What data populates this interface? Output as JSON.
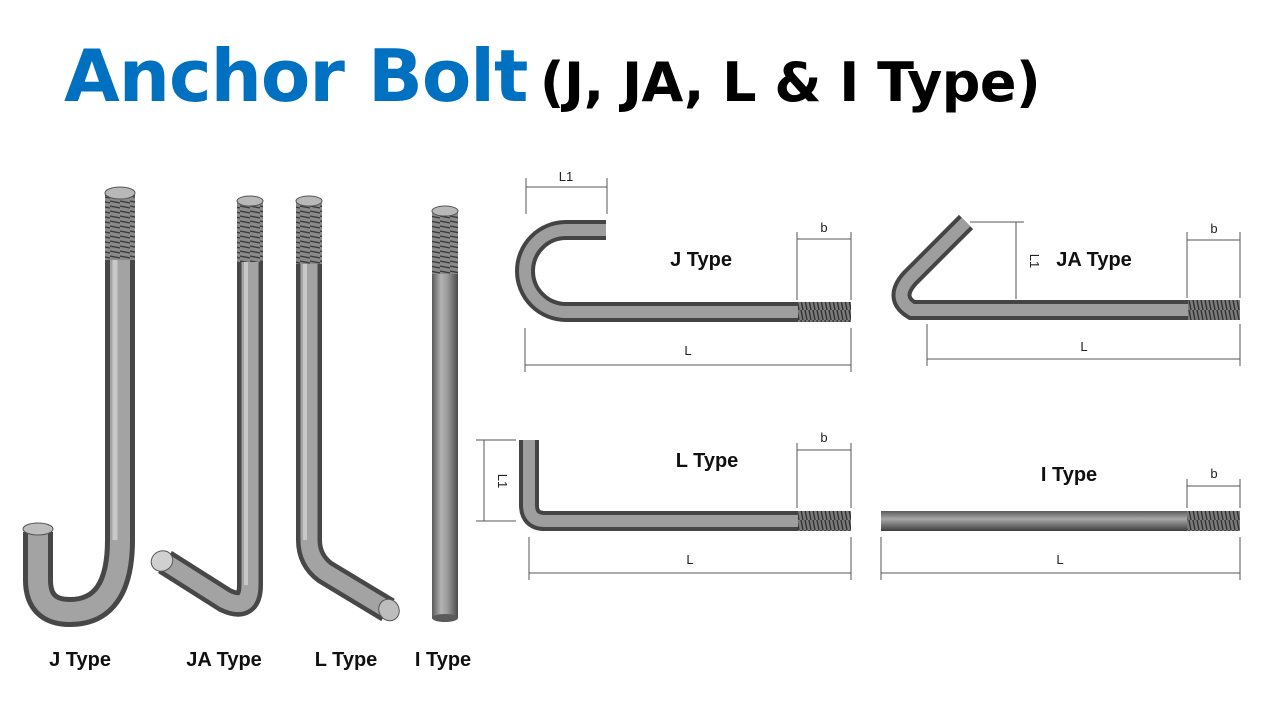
{
  "title": {
    "main": "Anchor Bolt",
    "sub": "(J, JA, L & I Type)"
  },
  "bolts_3d": [
    {
      "label": "J Type"
    },
    {
      "label": "JA Type"
    },
    {
      "label": "L Type"
    },
    {
      "label": "I Type"
    }
  ],
  "diagrams": [
    {
      "label": "J Type",
      "dims": {
        "l1": "L1",
        "b": "b",
        "l": "L"
      }
    },
    {
      "label": "JA Type",
      "dims": {
        "l1": "L1",
        "b": "b",
        "l": "L"
      }
    },
    {
      "label": "L Type",
      "dims": {
        "l1": "L1",
        "b": "b",
        "l": "L"
      }
    },
    {
      "label": "I Type",
      "dims": {
        "b": "b",
        "l": "L"
      }
    }
  ],
  "colors": {
    "title_blue": "#0070c0",
    "steel": "#8c8c8c"
  }
}
